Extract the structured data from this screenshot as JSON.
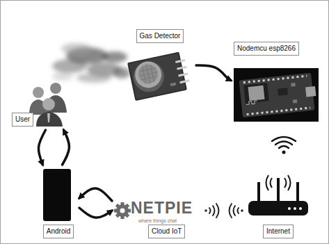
{
  "diagram": {
    "nodes": [
      {
        "text": [
          "Gas Detector"
        ]
      },
      {
        "text": [
          "Nodemcu esp8266"
        ]
      },
      {
        "text": [
          "User"
        ]
      },
      {
        "text": [
          "Android"
        ]
      },
      {
        "text": [
          "Cloud IoT"
        ]
      },
      {
        "text": [
          "Internet"
        ]
      }
    ],
    "edges": [
      {
        "from": 0,
        "to": 1,
        "arrow": "to"
      },
      {
        "from": 2,
        "to": 3,
        "arrow": "both"
      },
      {
        "from": 3,
        "to": 4,
        "arrow": "both"
      }
    ],
    "labels": [
      "NETPIE",
      "where things chat"
    ]
  }
}
